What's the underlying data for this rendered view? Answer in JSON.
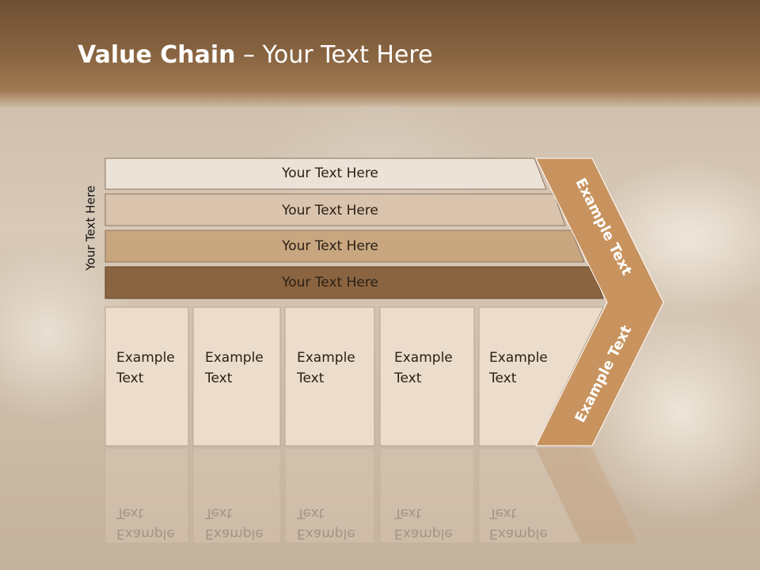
{
  "title": {
    "bold": "Value Chain",
    "rest": " – Your Text Here"
  },
  "side_label": "Your Text Here",
  "bars": [
    {
      "label": "Your Text Here",
      "color": "#ece3d8"
    },
    {
      "label": "Your Text Here",
      "color": "#dac4ad"
    },
    {
      "label": "Your Text Here",
      "color": "#c8a680"
    },
    {
      "label": "Your Text Here",
      "color": "#8a6440"
    }
  ],
  "boxes": [
    {
      "label": "Example\nText"
    },
    {
      "label": "Example\nText"
    },
    {
      "label": "Example\nText"
    },
    {
      "label": "Example\nText"
    },
    {
      "label": "Example\nText"
    }
  ],
  "chevron": {
    "upper_label": "Example Text",
    "lower_label": "Example Text",
    "color": "#c8935e"
  },
  "colors": {
    "banner": "#8a6642",
    "box_fill": "#ecdccb",
    "box_stroke": "#b9a58f"
  }
}
